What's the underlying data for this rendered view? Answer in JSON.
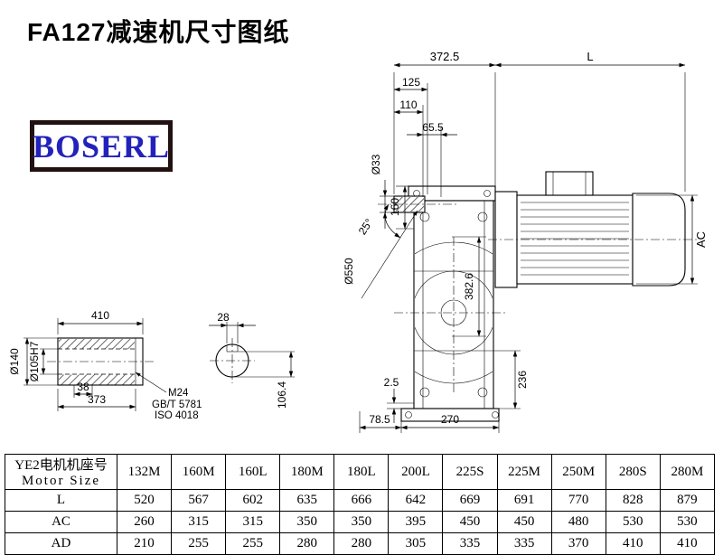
{
  "title": "FA127减速机尺寸图纸",
  "logo_text": "BOSERL",
  "dims": {
    "d372_5": "372.5",
    "motor_len": "L",
    "d125": "125",
    "d110": "110",
    "d65_5": "65.5",
    "shaft_dia": "Ø33",
    "d160": "160",
    "angle": "25°",
    "housing_dia": "Ø550",
    "d382_6": "382.6",
    "ac": "AC",
    "d236": "236",
    "d2_5": "2.5",
    "d78_5": "78.5",
    "d270": "270",
    "d410": "410",
    "key_width": "28",
    "od": "Ø140",
    "bore": "Ø105H7",
    "d38": "38",
    "d373": "373",
    "thread": "M24",
    "std_gb": "GB/T 5781",
    "std_iso": "ISO 4018",
    "d106_4": "106.4"
  },
  "table": {
    "header_cn": "YE2电机机座号",
    "header_en": "Motor Size",
    "columns": [
      "132M",
      "160M",
      "160L",
      "180M",
      "180L",
      "200L",
      "225S",
      "225M",
      "250M",
      "280S",
      "280M"
    ],
    "rows": [
      {
        "label": "L",
        "values": [
          "520",
          "567",
          "602",
          "635",
          "666",
          "642",
          "669",
          "691",
          "770",
          "828",
          "879"
        ]
      },
      {
        "label": "AC",
        "values": [
          "260",
          "315",
          "315",
          "350",
          "350",
          "395",
          "450",
          "450",
          "480",
          "530",
          "530"
        ]
      },
      {
        "label": "AD",
        "values": [
          "210",
          "255",
          "255",
          "280",
          "280",
          "305",
          "335",
          "335",
          "370",
          "410",
          "410"
        ]
      }
    ]
  }
}
